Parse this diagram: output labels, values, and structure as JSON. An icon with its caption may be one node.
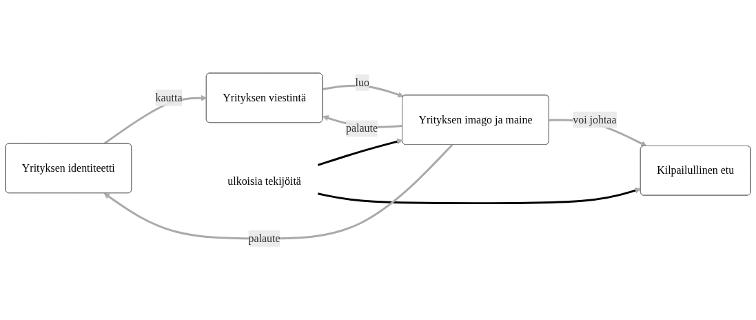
{
  "diagram": {
    "nodes": [
      {
        "text": [
          "Yrityksen identiteetti"
        ]
      },
      {
        "text": [
          "Yrityksen viestintä"
        ]
      },
      {
        "text": [
          "Yrityksen imago ja maine"
        ]
      },
      {
        "text": [
          "Kilpailullinen etu"
        ]
      },
      {
        "text": [
          "ulkoisia tekijöitä"
        ]
      }
    ],
    "edges": [
      {
        "from": 0,
        "to": 1,
        "arrow": "to",
        "label": "kautta"
      },
      {
        "from": 1,
        "to": 2,
        "arrow": "to",
        "label": "luo"
      },
      {
        "from": 2,
        "to": 3,
        "arrow": "to",
        "label": "voi johtaa"
      },
      {
        "from": 4,
        "to": 2,
        "arrow": "to",
        "color": "#000000"
      },
      {
        "from": 4,
        "to": 3,
        "arrow": "to",
        "color": "#000000"
      },
      {
        "from": 2,
        "to": 1,
        "arrow": "to",
        "label": "palaute"
      },
      {
        "from": 2,
        "to": 0,
        "arrow": "to",
        "label": "palaute"
      }
    ]
  }
}
